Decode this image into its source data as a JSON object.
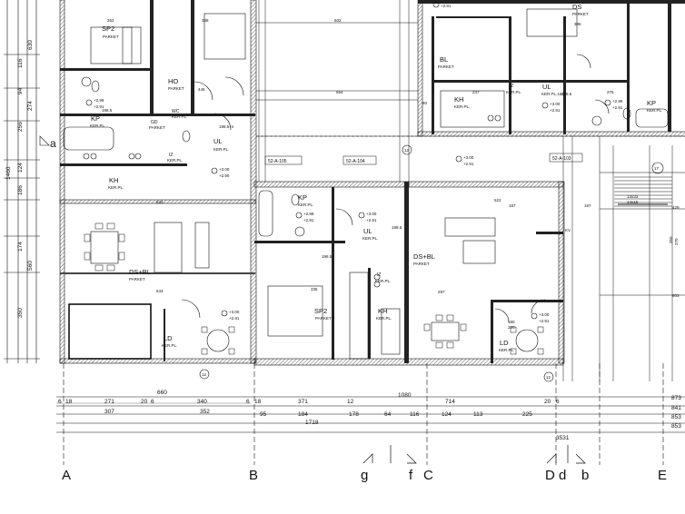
{
  "axes": {
    "bottom": [
      {
        "label": "A"
      },
      {
        "label": "B"
      },
      {
        "label": "g"
      },
      {
        "label": "f"
      },
      {
        "label": "C"
      },
      {
        "label": "D"
      },
      {
        "label": "d"
      },
      {
        "label": "b"
      },
      {
        "label": "E"
      }
    ],
    "left_marker": "a"
  },
  "rooms": [
    {
      "id": "sp2-top",
      "name": "SP2",
      "floor": "PARKET"
    },
    {
      "id": "ho",
      "name": "HO",
      "floor": "PARKET"
    },
    {
      "id": "kp-left",
      "name": "KP",
      "floor": "KER.PL."
    },
    {
      "id": "wc",
      "name": "WC",
      "floor": "KER.PL."
    },
    {
      "id": "gd",
      "name": "GD",
      "floor": "PARKET"
    },
    {
      "id": "ul-left",
      "name": "UL",
      "floor": "KER.PL."
    },
    {
      "id": "iz-left",
      "name": "IZ",
      "floor": "KER.PL."
    },
    {
      "id": "kh-left",
      "name": "KH",
      "floor": "KER.PL."
    },
    {
      "id": "dsbl-left",
      "name": "DS+BL",
      "floor": "PARKET"
    },
    {
      "id": "ld-left",
      "name": "LD",
      "floor": "KER.PL."
    },
    {
      "id": "kp-mid",
      "name": "KP",
      "floor": "KER.PL."
    },
    {
      "id": "ul-mid",
      "name": "UL",
      "floor": "KER.PL."
    },
    {
      "id": "dsbl-mid",
      "name": "DS+BL",
      "floor": "PARKET"
    },
    {
      "id": "iz-mid",
      "name": "IZ",
      "floor": "KER.PL."
    },
    {
      "id": "sp2-mid",
      "name": "SP2",
      "floor": "PARKET"
    },
    {
      "id": "kh-mid",
      "name": "KH",
      "floor": "KER.PL."
    },
    {
      "id": "ld-mid",
      "name": "LD",
      "floor": "KER.PL."
    },
    {
      "id": "bl-right",
      "name": "BL",
      "floor": "PARKET"
    },
    {
      "id": "kh-right",
      "name": "KH",
      "floor": "KER.PL."
    },
    {
      "id": "iz-right",
      "name": "IZ",
      "floor": "KER.PL."
    },
    {
      "id": "ul-right",
      "name": "UL",
      "floor": "KER.PL.160"
    },
    {
      "id": "ds-right",
      "name": "DS",
      "floor": "PARKET"
    },
    {
      "id": "kp-right",
      "name": "KP",
      "floor": "KER.PL."
    }
  ],
  "levels": {
    "a": "+2.99",
    "b": "+2.91",
    "c": "+3.00",
    "d": "+2.90"
  },
  "unit_codes": {
    "u105": "52-A-105",
    "u104": "52-A-104",
    "u103": "52-A-103"
  },
  "dims": {
    "row1": [
      "660",
      "1080"
    ],
    "row2": [
      "6",
      "18",
      "271",
      "20",
      "6",
      "340",
      "6",
      "18",
      "371",
      "12",
      "714",
      "20",
      "6"
    ],
    "row3": [
      "307",
      "352",
      "95",
      "184",
      "178",
      "64",
      "116",
      "124",
      "113",
      "225"
    ],
    "row4": "1718",
    "row5": "3531",
    "right": [
      "873",
      "841",
      "853",
      "853"
    ],
    "top": [
      "262",
      "338",
      "602",
      "396"
    ],
    "mid": [
      "554",
      "446",
      "247",
      "60",
      "275"
    ],
    "room": [
      "522",
      "297",
      "335",
      "643",
      "243",
      "187"
    ],
    "heights": [
      "198.5",
      "198.5+n"
    ],
    "left": [
      "1460",
      "630",
      "560",
      "350",
      "116",
      "94",
      "274",
      "256",
      "124",
      "186",
      "174"
    ]
  },
  "marks": {
    "k1": "17",
    "k2": "12",
    "k3": "13x33",
    "k4": "14x15",
    "k5": "429",
    "k6": "KV",
    "k7": "270",
    "k8": "350",
    "k9": "803",
    "k10": "180",
    "k11": "220"
  }
}
